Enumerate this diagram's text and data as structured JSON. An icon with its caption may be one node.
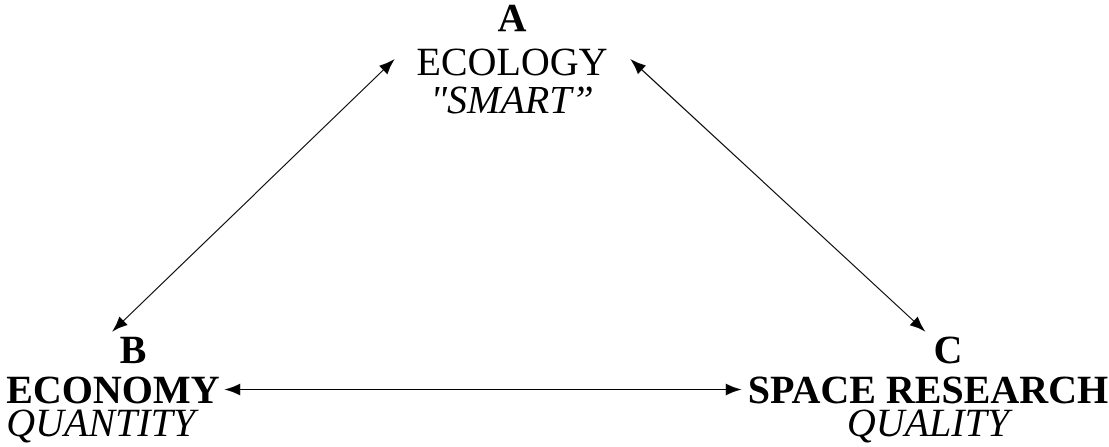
{
  "diagram": {
    "nodes": [
      {
        "text": [
          "A",
          "ECOLOGY",
          "\"SMART”"
        ]
      },
      {
        "text": [
          "B",
          "ECONOMY",
          "QUANTITY"
        ]
      },
      {
        "text": [
          "C",
          "SPACE RESEARCH",
          "QUALITY"
        ]
      }
    ],
    "edges": [
      {
        "from": 0,
        "to": 1,
        "arrow": "both"
      },
      {
        "from": 0,
        "to": 2,
        "arrow": "both"
      },
      {
        "from": 1,
        "to": 2,
        "arrow": "both"
      }
    ]
  }
}
